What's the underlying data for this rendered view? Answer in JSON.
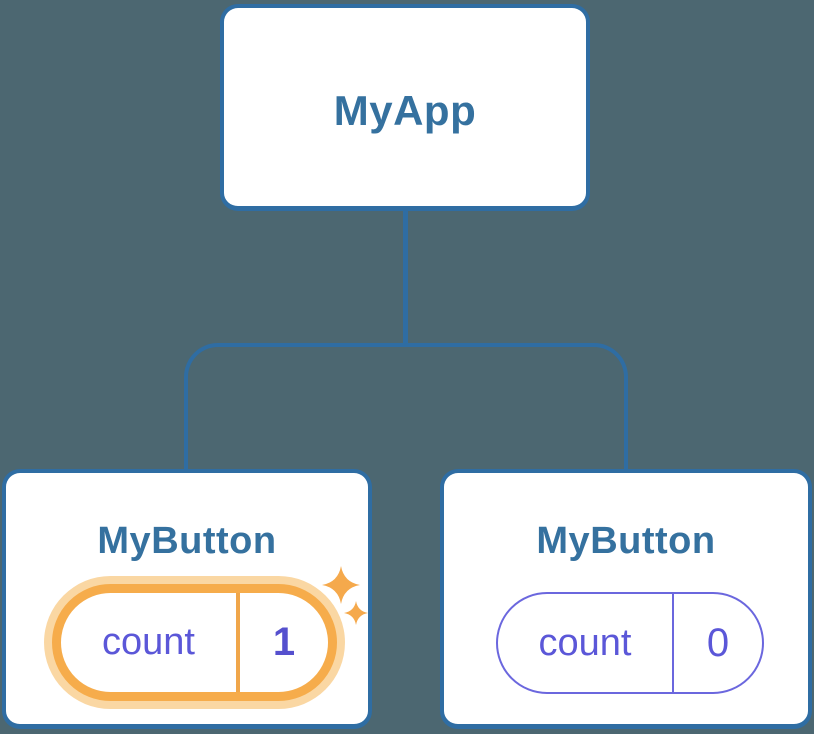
{
  "canvas": {
    "background": "#4C6771"
  },
  "palette": {
    "node_border": "#2F6DA3",
    "node_label_text": "#35719F",
    "connector_line": "#2F6DA3",
    "state_text_purple": "#5B57D8",
    "state_value_highlight_purple": "#5550CE",
    "pill_border_purple": "#6B67DE",
    "highlight_orange": "#F6AC4B",
    "highlight_halo_orange": "#FAD7A3",
    "sparkle_orange": "#F5A94C"
  },
  "tree": {
    "root": {
      "name": "MyApp"
    },
    "children": [
      {
        "name": "MyButton",
        "highlighted": true,
        "state": {
          "label": "count",
          "value": "1"
        }
      },
      {
        "name": "MyButton",
        "highlighted": false,
        "state": {
          "label": "count",
          "value": "0"
        }
      }
    ]
  }
}
